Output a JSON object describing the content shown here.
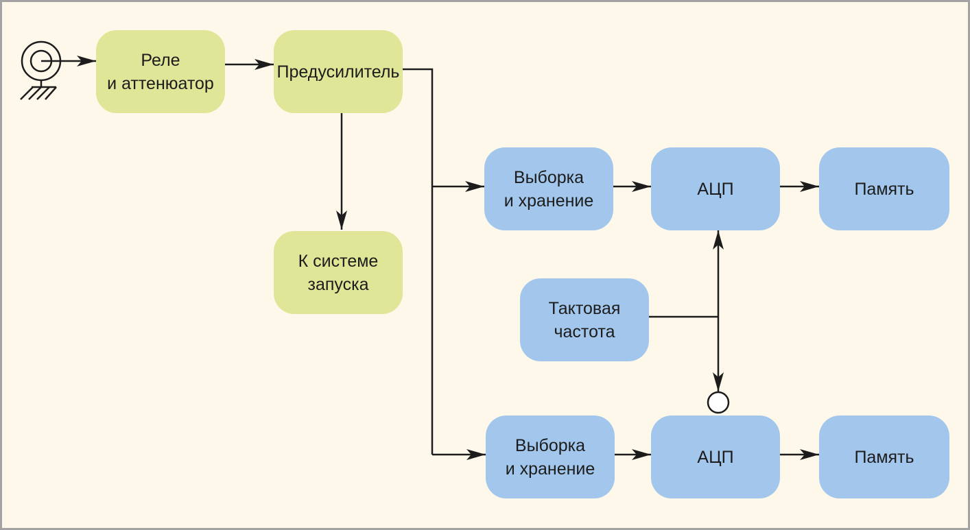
{
  "colors": {
    "background": "#fdf8ea",
    "border": "#a3a3a3",
    "analog_block": "#dfe697",
    "digital_block": "#a3c7ec",
    "line": "#1c1c1c"
  },
  "blocks": {
    "relay": {
      "lines": [
        "Реле",
        "и аттенюатор"
      ]
    },
    "preamp": {
      "lines": [
        "Предусилитель"
      ]
    },
    "trigger": {
      "lines": [
        "К системе",
        "запуска"
      ]
    },
    "sample_hold_1": {
      "lines": [
        "Выборка",
        "и хранение"
      ]
    },
    "adc_1": {
      "lines": [
        "АЦП"
      ]
    },
    "memory_1": {
      "lines": [
        "Память"
      ]
    },
    "clock": {
      "lines": [
        "Тактовая",
        "частота"
      ]
    },
    "sample_hold_2": {
      "lines": [
        "Выборка",
        "и хранение"
      ]
    },
    "adc_2": {
      "lines": [
        "АЦП"
      ]
    },
    "memory_2": {
      "lines": [
        "Память"
      ]
    }
  },
  "icons": {
    "input": "bnc-connector-icon",
    "ground": "ground-icon",
    "inverter": "inversion-circle-icon"
  }
}
